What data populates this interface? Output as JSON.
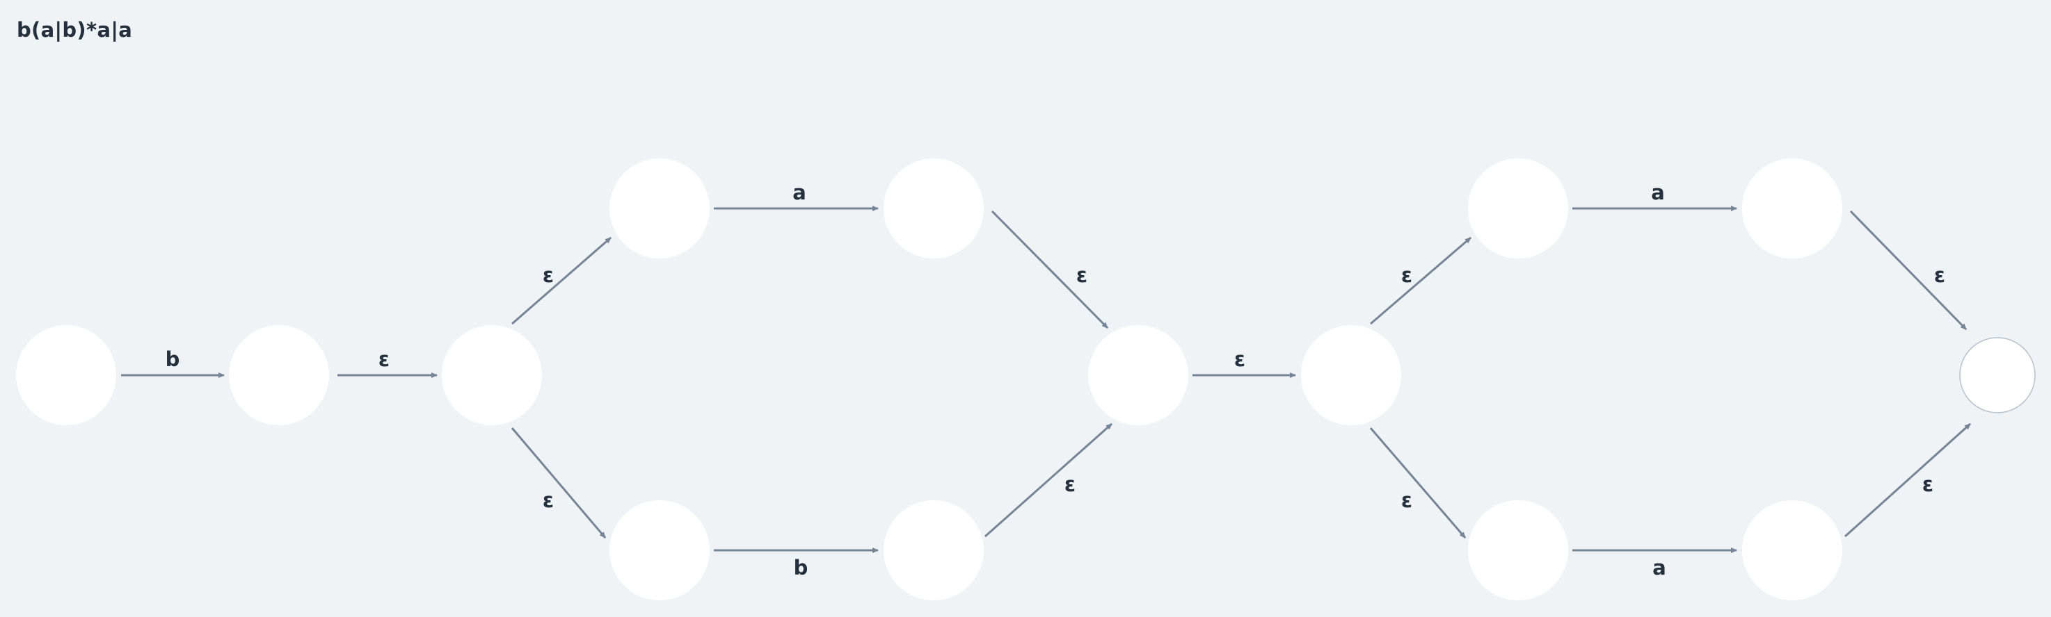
{
  "title": "b(a|b)*a|a",
  "labels": {
    "e1": "b",
    "e2": "ε",
    "e3": "ε",
    "e4": "ε",
    "e5": "a",
    "e6": "b",
    "e7": "ε",
    "e8": "ε",
    "e9": "ε",
    "e10": "ε",
    "e11": "ε",
    "e12": "a",
    "e13": "a",
    "e14": "ε",
    "e15": "ε"
  },
  "colors": {
    "background": "#eff3f6",
    "state_fill": "#ffffff",
    "edge": "#758496",
    "text": "#24303d",
    "final_state_border": "#b8c0c8"
  }
}
